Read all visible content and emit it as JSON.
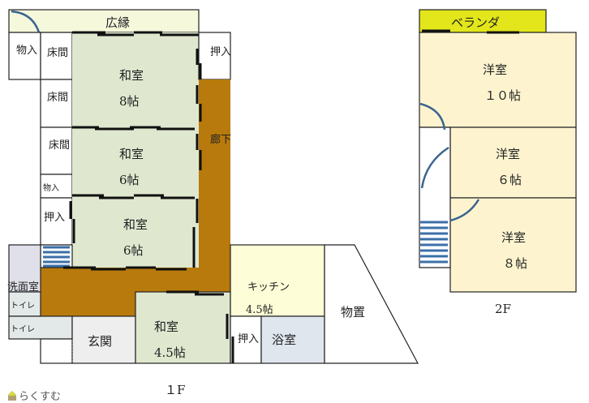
{
  "floor1": {
    "label": "１F",
    "rooms": {
      "hiroen": "広縁",
      "monoire_left": "物入",
      "tokonoma1": "床間",
      "tokonoma2": "床間",
      "tokonoma3": "床間",
      "monoire_small": "物入",
      "oshiire_left": "押入",
      "washitsu8": {
        "name": "和室",
        "size": "8帖"
      },
      "washitsu6a": {
        "name": "和室",
        "size": "6帖"
      },
      "washitsu6b": {
        "name": "和室",
        "size": "6帖"
      },
      "oshiire_right": "押入",
      "rouka": "廊下",
      "senmenshitsu": "洗面室",
      "toilet1": "トイレ",
      "toilet2": "トイレ",
      "genkan": "玄関",
      "washitsu45": {
        "name": "和室",
        "size": "4.5帖"
      },
      "kitchen": {
        "name": "キッチン",
        "size": "4.5帖"
      },
      "oshiire_bottom": "押入",
      "yokushitsu": "浴室",
      "monooki": "物置"
    }
  },
  "floor2": {
    "label": "2F",
    "rooms": {
      "veranda": "ベランダ",
      "youshitsu10": {
        "name": "洋室",
        "size": "１０帖"
      },
      "youshitsu6": {
        "name": "洋室",
        "size": "６帖"
      },
      "youshitsu8": {
        "name": "洋室",
        "size": "８帖"
      }
    }
  },
  "logo": "らくすむ",
  "colors": {
    "washitsu": "#dfe8cf",
    "rouka": "#b87a0c",
    "youshitsu": "#fdf4cf",
    "veranda": "#e2e61a",
    "kitchen": "#fdfdd8",
    "bath": "#dfe6ee",
    "stairs": "#3b6fa8"
  }
}
